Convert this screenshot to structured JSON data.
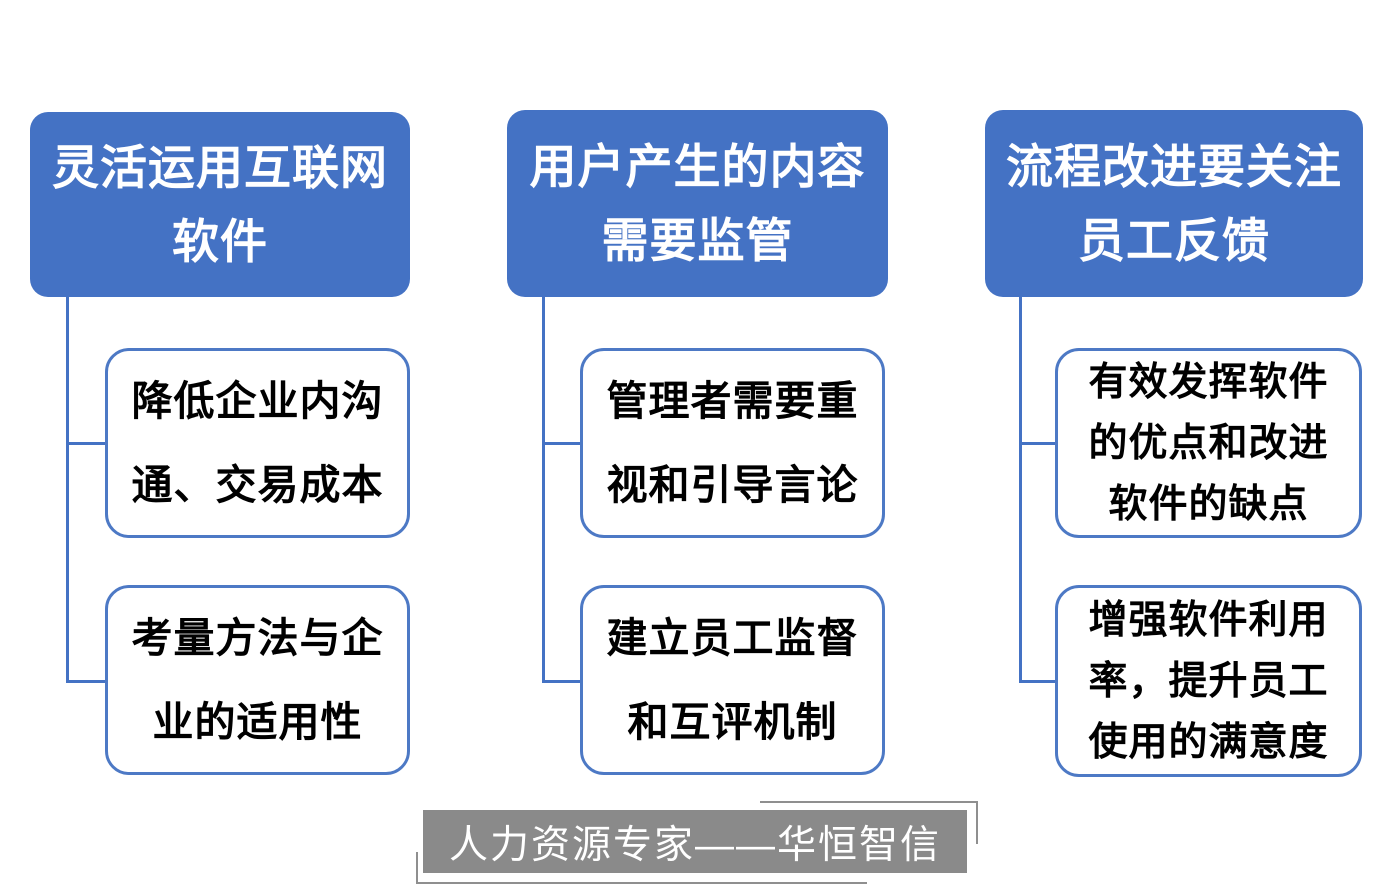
{
  "diagram": {
    "accent_color": "#4472C4",
    "child_border_color": "#4d79c5",
    "footer_bg_color": "#8a8a8a",
    "columns": [
      {
        "header": "灵活运用互联网\n软件",
        "children": [
          "降低企业内沟\n通、交易成本",
          "考量方法与企\n业的适用性"
        ]
      },
      {
        "header": "用户产生的内容\n需要监管",
        "children": [
          "管理者需要重\n视和引导言论",
          "建立员工监督\n和互评机制"
        ]
      },
      {
        "header": "流程改进要关注\n员工反馈",
        "children": [
          "有效发挥软件\n的优点和改进\n软件的缺点",
          "增强软件利用\n率，提升员工\n使用的满意度"
        ]
      }
    ],
    "footer": {
      "label": "人力资源专家——华恒智信"
    }
  }
}
